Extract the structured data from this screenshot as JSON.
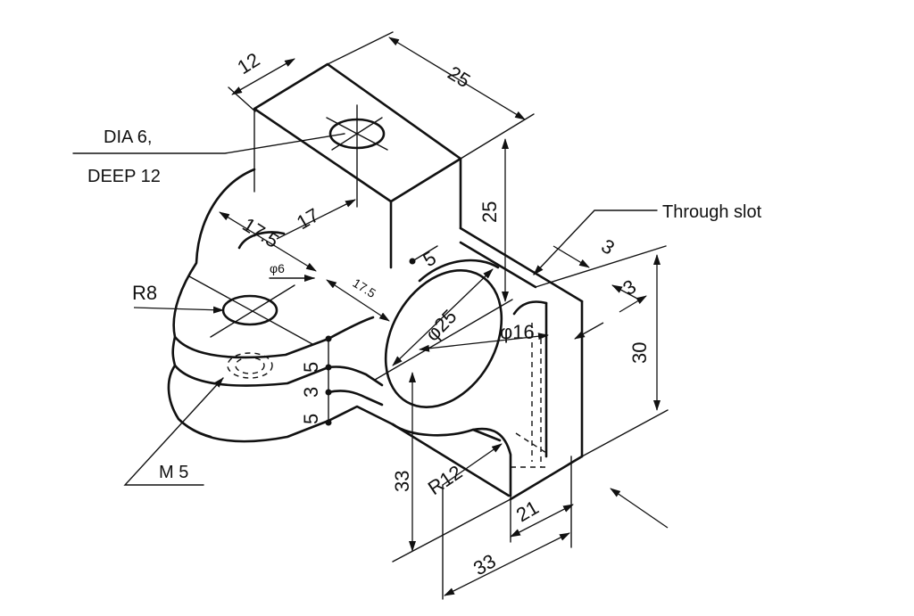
{
  "labels": {
    "dim_12": "12",
    "dim_25_top": "25",
    "dia6_line1": "DIA 6,",
    "dia6_line2": "DEEP 12",
    "dim_17_5_a": "17.5",
    "dim_17": "17",
    "phi6": "φ6",
    "dim_17_5_b": "17.5",
    "dim_5_top": "5",
    "dim_25_vert": "25",
    "through_slot": "Through slot",
    "dim_3_a": "3",
    "dim_3_b": "3",
    "r8": "R8",
    "phi25": "φ25",
    "phi16": "φ16",
    "dim_30": "30",
    "dim_5_a": "5",
    "dim_3_c": "3",
    "dim_5_b": "5",
    "m5": "M 5",
    "dim_33_vert": "33",
    "r12": "R12",
    "dim_21": "21",
    "dim_33_bottom": "33"
  }
}
